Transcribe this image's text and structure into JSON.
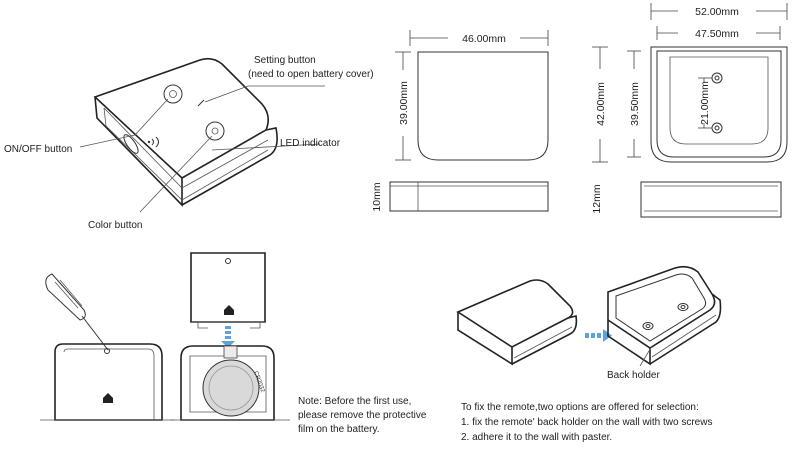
{
  "callouts": {
    "setting_button_line1": "Setting button",
    "setting_button_line2": "(need to open battery cover)",
    "on_off_button": "ON/OFF button",
    "led_indicator": "LED indicator",
    "color_button": "Color button"
  },
  "dimensions": {
    "front_width": "46.00mm",
    "front_height": "39.00mm",
    "front_thickness": "10mm",
    "back_outer_width": "52.00mm",
    "back_inner_width": "47.50mm",
    "back_outer_height": "42.00mm",
    "back_inner_height": "39.50mm",
    "screw_spacing": "21.00mm",
    "back_thickness": "12mm"
  },
  "battery_note": {
    "line1": "Note: Before the first use,",
    "line2": "please remove the protective",
    "line3": "film on the battery."
  },
  "mounting": {
    "back_holder_label": "Back holder",
    "line1": "To fix the remote,two options are offered for selection:",
    "line2": "1. fix the remote' back holder on the wall with two screws",
    "line3": "2. adhere it to the wall with paster."
  },
  "battery_marking": "CR2032",
  "colors": {
    "line": "#333333",
    "arrow": "#5ba3d9",
    "battery": "#d9d9d9",
    "background": "#ffffff"
  }
}
